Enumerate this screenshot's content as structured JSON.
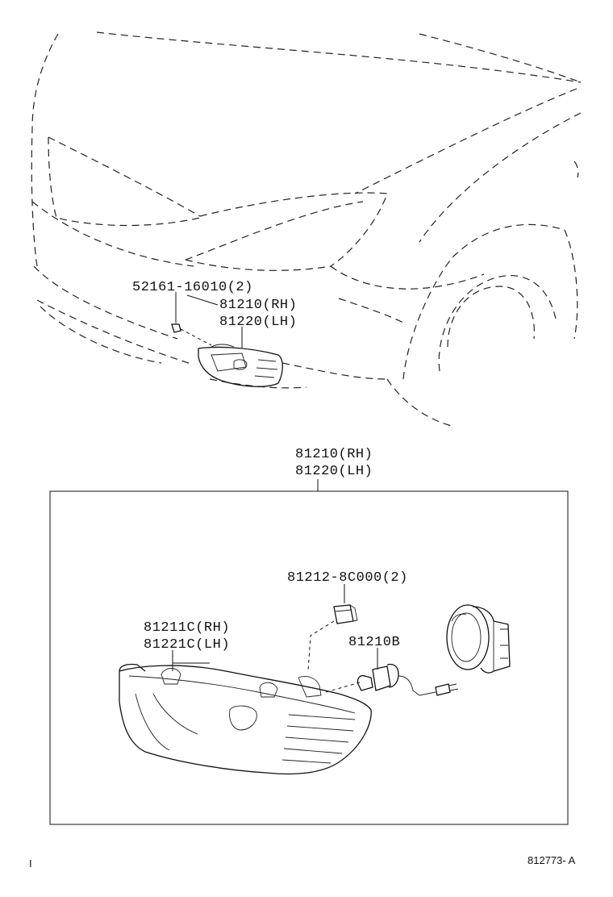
{
  "callouts": {
    "clip": "52161-16010(2)",
    "lamp_car_rh": "81210(RH)",
    "lamp_car_lh": "81220(LH)",
    "assembly_rh": "81210(RH)",
    "assembly_lh": "81220(LH)",
    "socket": "81212-8C000(2)",
    "housing_rh": "81211C(RH)",
    "housing_lh": "81221C(LH)",
    "bulb": "81210B"
  },
  "reference_code": "812773- A",
  "corner_mark": "I"
}
